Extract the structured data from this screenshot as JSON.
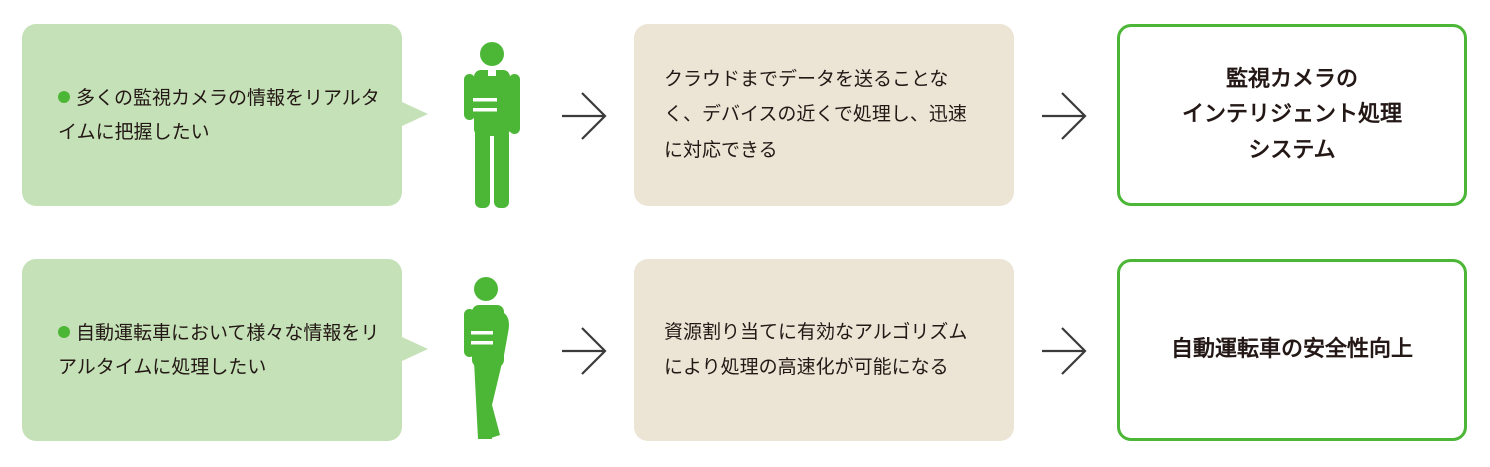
{
  "colors": {
    "need_bg": "#c5e1b7",
    "solution_bg": "#ece4d4",
    "accent_green": "#4cb636",
    "text": "#231815"
  },
  "rows": [
    {
      "need": "多くの監視カメラの情報をリアルタイムに把握したい",
      "person_icon": "person-standing-icon",
      "solution": "クラウドまでデータを送ることなく、デバイスの近くで処理し、迅速に対応できる",
      "result": "監視カメラの\nインテリジェント処理\nシステム"
    },
    {
      "need": "自動運転車において様々な情報をリアルタイムに処理したい",
      "person_icon": "person-thinking-icon",
      "solution": "資源割り当てに有効なアルゴリズムにより処理の高速化が可能になる",
      "result": "自動運転車の安全性向上"
    }
  ]
}
